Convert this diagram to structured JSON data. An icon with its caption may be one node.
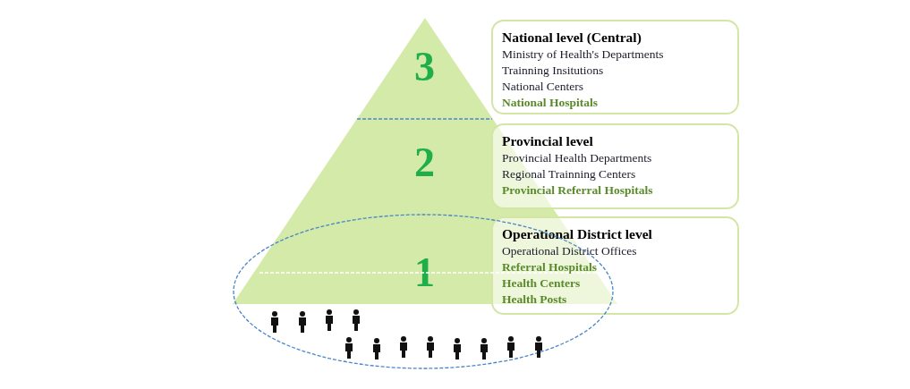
{
  "diagram": {
    "nodes": [
      {
        "text": [
          "3"
        ]
      },
      {
        "text": [
          "2"
        ]
      },
      {
        "text": [
          "1"
        ]
      },
      {
        "text": [
          "National level (Central)",
          "Ministry of Health's Departments",
          "Trainning Insitutions",
          "National Centers",
          "National Hospitals"
        ]
      },
      {
        "text": [
          "Provincial level",
          "Provincial Health Departments",
          "Regional Trainning Centers",
          "Provincial Referral Hospitals"
        ]
      },
      {
        "text": [
          "Operational District level",
          "Operational District Offices",
          "Referral Hospitals",
          "Health Centers",
          "Health Posts"
        ]
      }
    ],
    "edges": []
  }
}
